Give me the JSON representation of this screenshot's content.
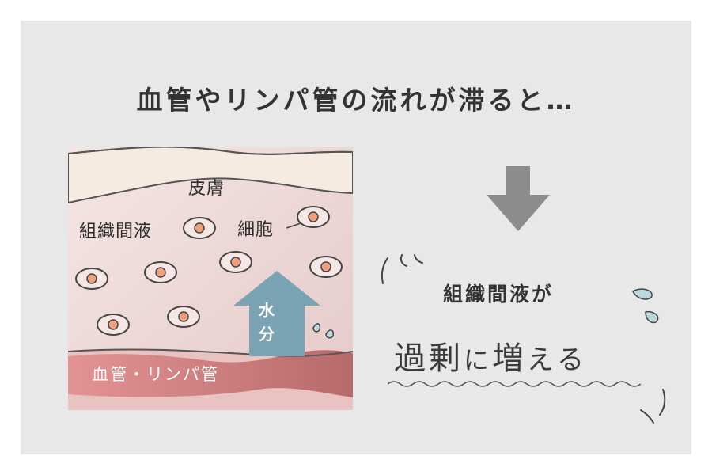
{
  "title": "血管やリンパ管の流れが滞ると…",
  "diagram": {
    "skin_label": "皮膚",
    "interstitial_label": "組織間液",
    "cell_label": "細胞",
    "water_label_1": "水",
    "water_label_2": "分",
    "vessel_label": "血管・リンパ管"
  },
  "result": {
    "line1": "組織間液が",
    "line2_parts": [
      "過",
      "剰",
      "に",
      "増",
      "え",
      "る"
    ]
  },
  "colors": {
    "panel_bg": "#e8e8e9",
    "tissue_pink": "#ead6d6",
    "vessel_red": "#d98787",
    "water_arrow": "#7aa3b3",
    "down_arrow": "#8c8c8c"
  },
  "icons": [
    "down-arrow-icon",
    "water-arrow-icon",
    "cell-icon",
    "droplet-icon",
    "sparkle-line-icon"
  ]
}
